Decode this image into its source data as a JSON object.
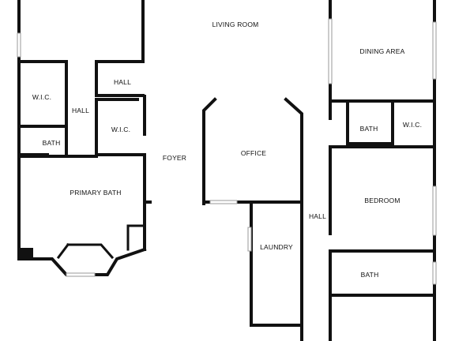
{
  "plan": {
    "rooms": {
      "living_room": "LIVING ROOM",
      "dining_area": "DINING AREA",
      "hall_left": "HALL",
      "hall_upper": "HALL",
      "wic_left": "W.I.C.",
      "wic_center": "W.I.C.",
      "bath_left": "BATH",
      "primary_bath": "PRIMARY BATH",
      "foyer": "FOYER",
      "office": "OFFICE",
      "laundry": "LAUNDRY",
      "hall_right": "HALL",
      "bath_upper_right": "BATH",
      "wic_right": "W.I.C.",
      "bedroom": "BEDROOM",
      "bath_lower_right": "BATH"
    },
    "colors": {
      "wall": "#111111",
      "window": "#9a9a9a",
      "background": "#ffffff"
    }
  }
}
